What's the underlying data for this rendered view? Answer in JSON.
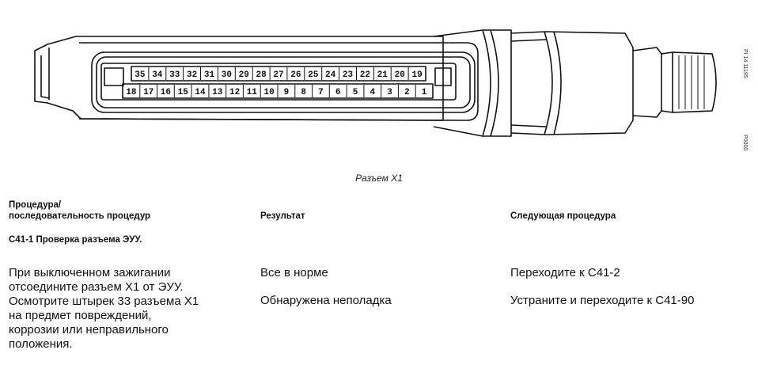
{
  "figure": {
    "caption": "Разъем X1",
    "pins_top": [
      "35",
      "34",
      "33",
      "32",
      "31",
      "30",
      "29",
      "28",
      "27",
      "26",
      "25",
      "24",
      "23",
      "22",
      "21",
      "20",
      "19"
    ],
    "pins_bottom": [
      "18",
      "17",
      "16",
      "15",
      "14",
      "13",
      "12",
      "11",
      "10",
      "9",
      "8",
      "7",
      "6",
      "5",
      "4",
      "3",
      "2",
      "1"
    ],
    "side_marks": [
      "PI 14 11195",
      "P0000"
    ]
  },
  "table": {
    "headers": {
      "procedure_line1": "Процедура/",
      "procedure_line2": "последовательность процедур",
      "result": "Результат",
      "next": "Следующая процедура"
    },
    "section_title": "С41-1 Проверка разъема ЭУУ.",
    "procedure_lines": [
      "При выключенном зажигании",
      "отсоедините разъем X1 от ЭУУ.",
      "Осмотрите штырек 33 разъема X1",
      "на предмет повреждений,",
      "коррозии или неправильного",
      "положения."
    ],
    "rows": [
      {
        "result": "Все в норме",
        "next": "Переходите к С41-2"
      },
      {
        "result": "Обнаружена неполадка",
        "next": "Устраните и переходите к С41-90"
      }
    ]
  }
}
